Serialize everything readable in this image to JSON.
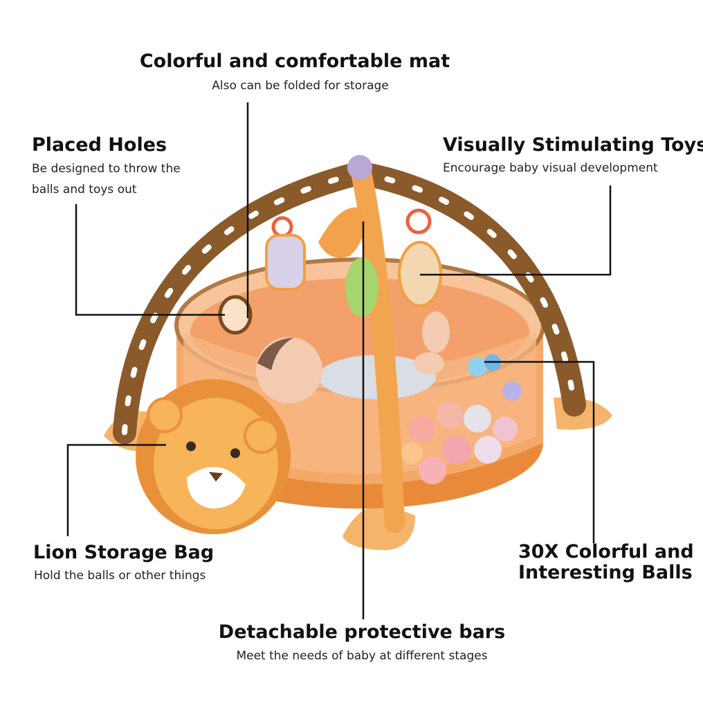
{
  "features": {
    "mat": {
      "title": "Colorful and comfortable mat",
      "subtitle": "Also can be folded for storage"
    },
    "holes": {
      "title": "Placed Holes",
      "subtitle_line1": "Be designed to throw the",
      "subtitle_line2": "balls and toys out"
    },
    "toys": {
      "title": "Visually Stimulating Toys",
      "subtitle": "Encourage baby visual development"
    },
    "lion": {
      "title": "Lion Storage Bag",
      "subtitle": "Hold the balls or other things"
    },
    "balls": {
      "title_line1": "30X Colorful and",
      "title_line2": "Interesting Balls"
    },
    "bars": {
      "title": "Detachable protective bars",
      "subtitle": "Meet the needs of baby at different stages"
    }
  },
  "colors": {
    "background": "#ffffff",
    "arch_brown": "#8a5a2b",
    "mat_orange": "#f0a45a",
    "net_orange": "#f6b07a",
    "lion_orange": "#e8913a",
    "leader_line": "#111111"
  }
}
